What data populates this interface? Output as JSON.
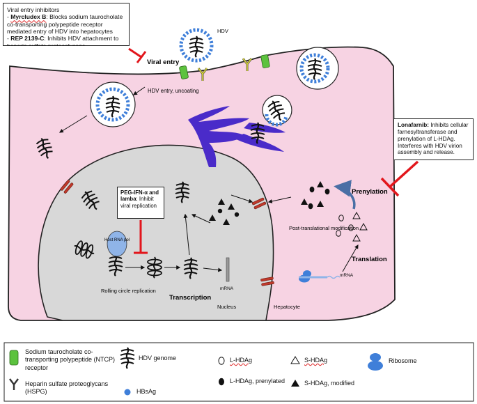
{
  "inhibitor_box": {
    "title": "Viral entry inhibitors",
    "myrcludex_name": "Myrcludex B",
    "myrcludex_text": ": Blocks sodium taurocholate co-transporting polypeptide receptor mediated entry of HDV into hepatocytes",
    "rep_name": "REP 2139-C",
    "rep_text": ": Inhibits HDV attachment to heparin sulfate proteoglycans."
  },
  "lonafarnib_box": {
    "name": "Lonafarnib:",
    "text": " Inhibits cellular farnesyltransferase and prenylation of L-HDAg. Interferes with HDV virion assembly and release."
  },
  "peg_box": {
    "name": "PEG-IFN-α and lamba",
    "text": ": Inhibit viral replication"
  },
  "labels": {
    "hdv": "HDV",
    "viral_entry": "Viral entry",
    "hdv_entry": "HDV entry, uncoating",
    "prenylation": "Prenylation",
    "post_translational": "Post-translational modification",
    "translation": "Translation",
    "mrna_right": "mRNA",
    "mrna_nucleus": "mRNA",
    "transcription": "Transcription",
    "rolling_circle": "Rolling circle replication",
    "host_rna_pol": "Host RNA pol",
    "nucleus": "Nucleus",
    "hepatocyte": "Hepatocyte"
  },
  "legend": {
    "ntcp": "Sodium taurocholate co-transporting polypeptide (NTCP) receptor",
    "hspg": "Heparin sulfate proteoglycans (HSPG)",
    "genome": "HDV genome",
    "hbsag": "HBsAg",
    "l_hdag": "L-HDAg",
    "l_hdag_prenylated": "L-HDAg, prenylated",
    "s_hdag": "S-HDAg",
    "s_hdag_modified": "S-HDAg, modified",
    "ribosome": "Ribosome"
  },
  "colors": {
    "cell_fill": "#f7d3e3",
    "nucleus_fill": "#d8d8d8",
    "receptor_green": "#5cc23e",
    "hspg_yellow": "#d8d43a",
    "hbsag_blue": "#3f7fd9",
    "er_purple": "#4a2bc9",
    "inhibitor_red": "#e2161c",
    "pore_red": "#c0392b"
  }
}
